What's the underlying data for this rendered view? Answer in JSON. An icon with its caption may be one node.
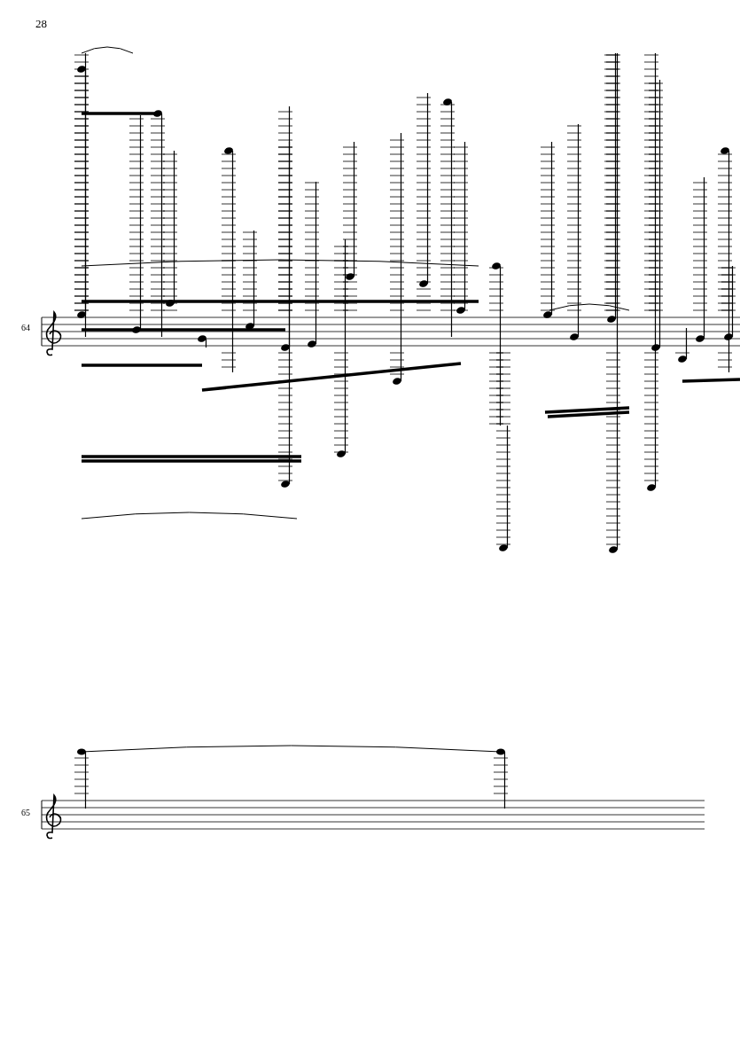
{
  "diagram": {
    "labels": [
      "28",
      "64",
      "65"
    ]
  }
}
